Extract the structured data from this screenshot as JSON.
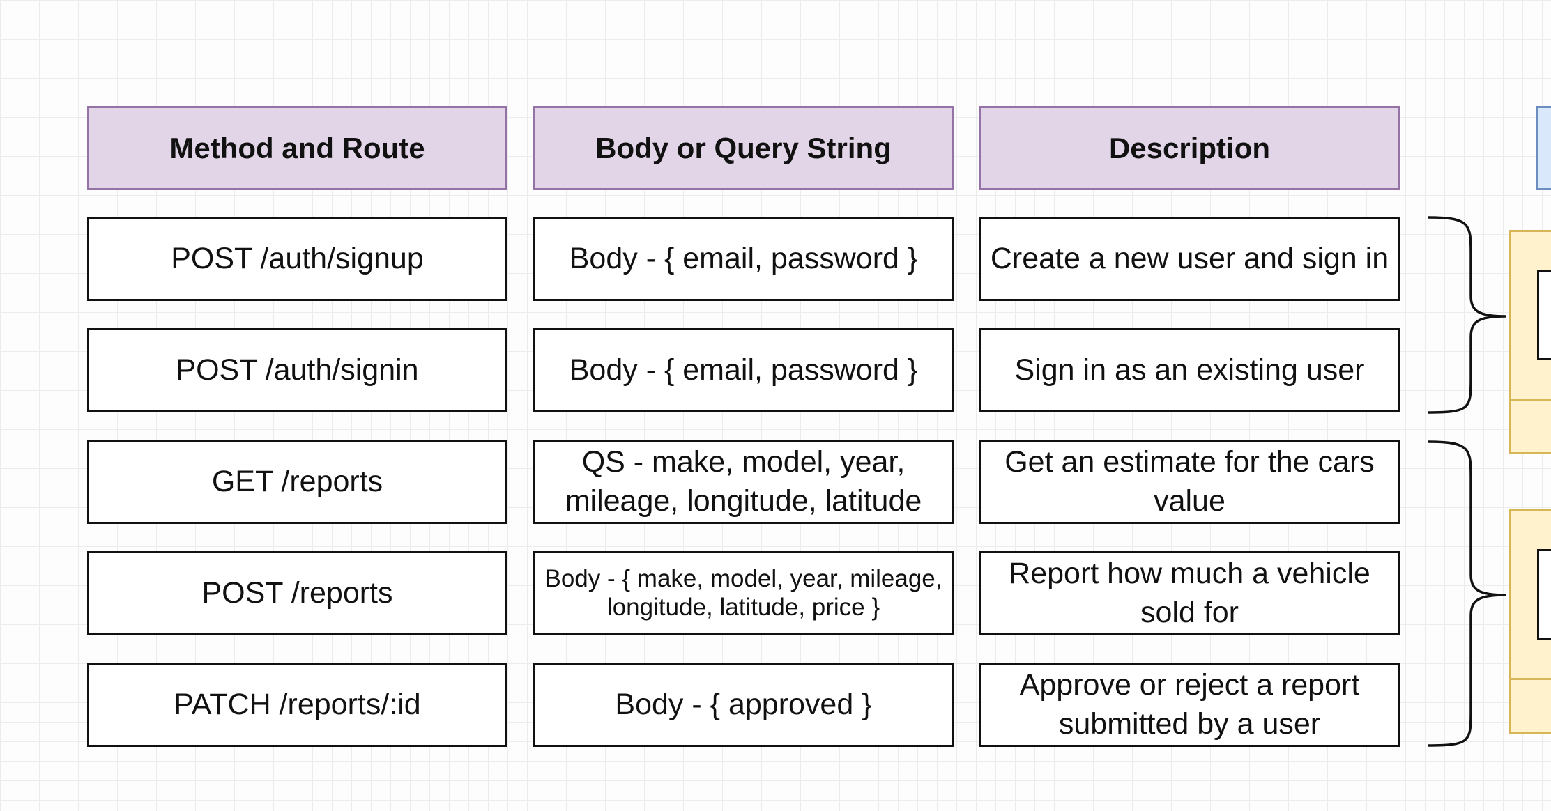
{
  "table": {
    "headers": [
      "Method and Route",
      "Body or Query String",
      "Description"
    ],
    "rows": [
      {
        "route": "POST /auth/signup",
        "body": "Body - { email, password }",
        "description": "Create a new user and sign in"
      },
      {
        "route": "POST /auth/signin",
        "body": "Body - { email, password }",
        "description": "Sign in as an existing user"
      },
      {
        "route": "GET /reports",
        "body": "QS - make, model, year, mileage, longitude, latitude",
        "description": "Get an estimate for the cars value"
      },
      {
        "route": "POST /reports",
        "body": "Body - { make, model, year, mileage, longitude, latitude, price }",
        "description": "Report how much a vehicle sold for"
      },
      {
        "route": "PATCH /reports/:id",
        "body": "Body - { approved }",
        "description": "Approve or reject a report submitted by a user"
      }
    ]
  },
  "colors": {
    "header_fill": "#e1d5e7",
    "header_border": "#9673a6",
    "cell_border": "#111111",
    "side_panel_fill": "#fff2cc",
    "side_panel_border": "#d6b656",
    "side_header_fill": "#dae8fc",
    "side_header_border": "#6c8ebf"
  }
}
